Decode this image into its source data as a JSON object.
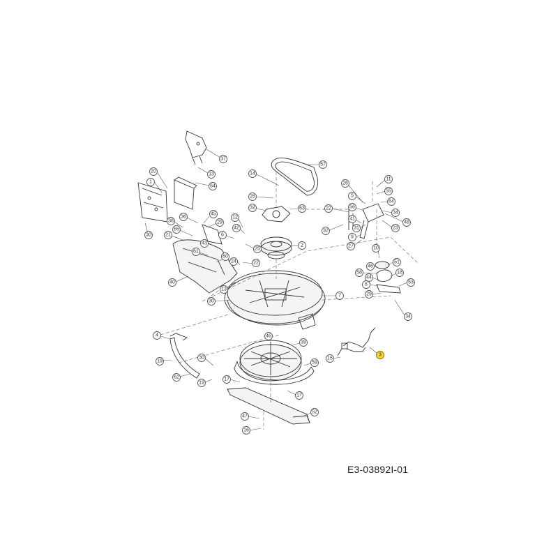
{
  "document": {
    "code": "E3-03892I-01"
  },
  "colors": {
    "highlight": "#f3d23a",
    "line": "#333333"
  },
  "callouts": [
    {
      "id": "c37",
      "label": "37",
      "highlight": false
    },
    {
      "id": "c13a",
      "label": "13",
      "highlight": false
    },
    {
      "id": "c64a",
      "label": "64",
      "highlight": false
    },
    {
      "id": "c57",
      "label": "57",
      "highlight": false
    },
    {
      "id": "c14",
      "label": "14",
      "highlight": false
    },
    {
      "id": "c25a",
      "label": "25",
      "highlight": false
    },
    {
      "id": "c32a",
      "label": "32",
      "highlight": false
    },
    {
      "id": "c63",
      "label": "63",
      "highlight": false
    },
    {
      "id": "c20",
      "label": "20",
      "highlight": false
    },
    {
      "id": "c1",
      "label": "1",
      "highlight": false
    },
    {
      "id": "c30a",
      "label": "30",
      "highlight": false
    },
    {
      "id": "c36",
      "label": "36",
      "highlight": false
    },
    {
      "id": "c38",
      "label": "38",
      "highlight": false
    },
    {
      "id": "c65",
      "label": "65",
      "highlight": false
    },
    {
      "id": "c21",
      "label": "21",
      "highlight": false
    },
    {
      "id": "c43",
      "label": "43",
      "highlight": false
    },
    {
      "id": "c45",
      "label": "45",
      "highlight": false
    },
    {
      "id": "c29a",
      "label": "29",
      "highlight": false
    },
    {
      "id": "c12",
      "label": "12",
      "highlight": false
    },
    {
      "id": "c42",
      "label": "42",
      "highlight": false
    },
    {
      "id": "c6",
      "label": "6",
      "highlight": false
    },
    {
      "id": "c25b",
      "label": "25",
      "highlight": false
    },
    {
      "id": "c2",
      "label": "2",
      "highlight": false
    },
    {
      "id": "c61",
      "label": "61",
      "highlight": false
    },
    {
      "id": "c60",
      "label": "60",
      "highlight": false
    },
    {
      "id": "c24",
      "label": "24",
      "highlight": false
    },
    {
      "id": "c22a",
      "label": "22",
      "highlight": false
    },
    {
      "id": "c40",
      "label": "40",
      "highlight": false
    },
    {
      "id": "c13b",
      "label": "13",
      "highlight": false
    },
    {
      "id": "c30b",
      "label": "30",
      "highlight": false
    },
    {
      "id": "c7",
      "label": "7",
      "highlight": false
    },
    {
      "id": "c26",
      "label": "26",
      "highlight": false
    },
    {
      "id": "c11",
      "label": "11",
      "highlight": false
    },
    {
      "id": "c5",
      "label": "5",
      "highlight": false
    },
    {
      "id": "c55",
      "label": "55",
      "highlight": false
    },
    {
      "id": "c64b",
      "label": "64",
      "highlight": false
    },
    {
      "id": "c22b",
      "label": "22",
      "highlight": false
    },
    {
      "id": "c56",
      "label": "56",
      "highlight": false
    },
    {
      "id": "c34a",
      "label": "34",
      "highlight": false
    },
    {
      "id": "c41",
      "label": "41",
      "highlight": false
    },
    {
      "id": "c31",
      "label": "31",
      "highlight": false
    },
    {
      "id": "c23",
      "label": "23",
      "highlight": false
    },
    {
      "id": "c48",
      "label": "48",
      "highlight": false
    },
    {
      "id": "c32b",
      "label": "32",
      "highlight": false
    },
    {
      "id": "c9",
      "label": "9",
      "highlight": false
    },
    {
      "id": "c27",
      "label": "27",
      "highlight": false
    },
    {
      "id": "c10",
      "label": "10",
      "highlight": false
    },
    {
      "id": "c51",
      "label": "51",
      "highlight": false
    },
    {
      "id": "c46a",
      "label": "46",
      "highlight": false
    },
    {
      "id": "c58",
      "label": "58",
      "highlight": false
    },
    {
      "id": "c18",
      "label": "18",
      "highlight": false
    },
    {
      "id": "c44",
      "label": "44",
      "highlight": false
    },
    {
      "id": "c8",
      "label": "8",
      "highlight": false
    },
    {
      "id": "c53",
      "label": "53",
      "highlight": false
    },
    {
      "id": "c29b",
      "label": "29",
      "highlight": false
    },
    {
      "id": "c34b",
      "label": "34",
      "highlight": false
    },
    {
      "id": "c4",
      "label": "4",
      "highlight": false
    },
    {
      "id": "c46b",
      "label": "46",
      "highlight": false
    },
    {
      "id": "c39",
      "label": "39",
      "highlight": false
    },
    {
      "id": "c3",
      "label": "3",
      "highlight": true
    },
    {
      "id": "c15",
      "label": "15",
      "highlight": false
    },
    {
      "id": "c19a",
      "label": "19",
      "highlight": false
    },
    {
      "id": "c30c",
      "label": "30",
      "highlight": false
    },
    {
      "id": "c62",
      "label": "62",
      "highlight": false
    },
    {
      "id": "c19b",
      "label": "19",
      "highlight": false
    },
    {
      "id": "c59",
      "label": "59",
      "highlight": false
    },
    {
      "id": "c17a",
      "label": "17",
      "highlight": false
    },
    {
      "id": "c17b",
      "label": "17",
      "highlight": false
    },
    {
      "id": "c52",
      "label": "52",
      "highlight": false
    },
    {
      "id": "c47",
      "label": "47",
      "highlight": false
    },
    {
      "id": "c16",
      "label": "16",
      "highlight": false
    }
  ]
}
